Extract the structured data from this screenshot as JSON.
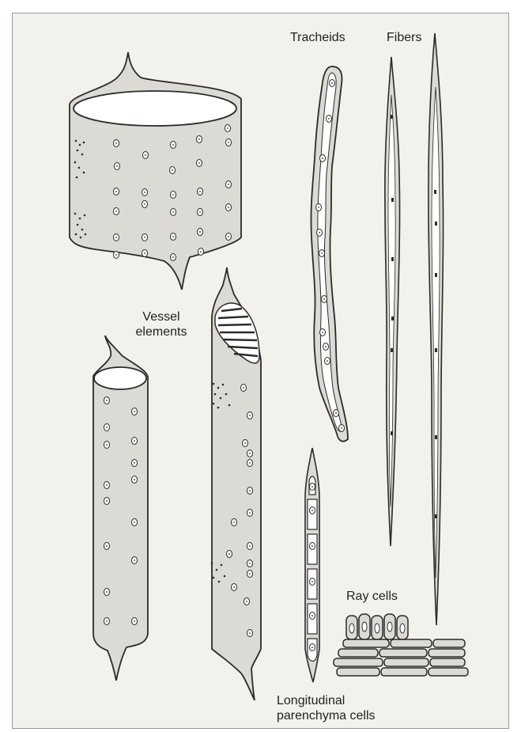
{
  "labels": {
    "tracheids": "Tracheids",
    "fibers": "Fibers",
    "vessel_line1": "Vessel",
    "vessel_line2": "elements",
    "ray_cells": "Ray cells",
    "parenchyma_line1": "Longitudinal",
    "parenchyma_line2": "parenchyma cells"
  },
  "colors": {
    "background": "#f3f1ec",
    "cell_fill": "#dcdad5",
    "cell_outline": "#2b2b2b",
    "lumen": "#ffffff",
    "frame": "#9a9a9a"
  }
}
